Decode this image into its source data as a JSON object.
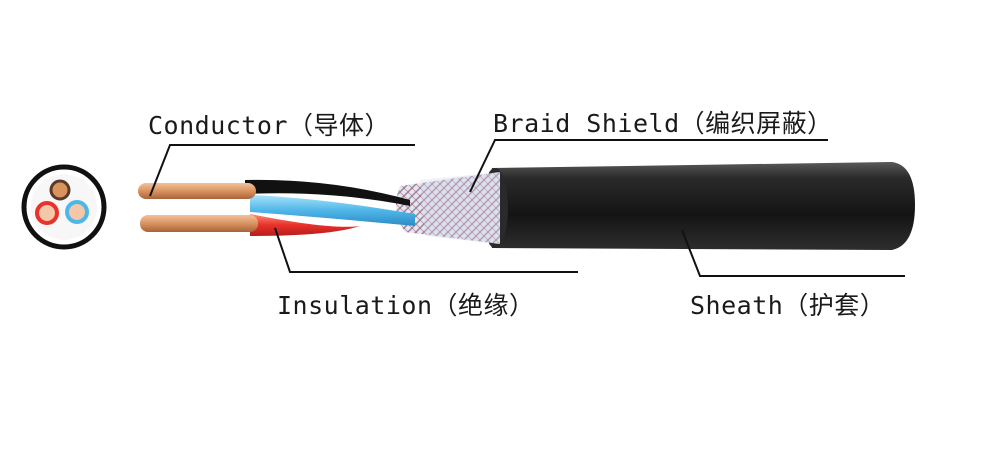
{
  "labels": {
    "conductor": "Conductor（导体）",
    "braid_shield": "Braid Shield（编织屏蔽）",
    "insulation": "Insulation（绝缘）",
    "sheath": "Sheath（护套）"
  },
  "colors": {
    "sheath": "#1c1c1c",
    "copper": "#d9935f",
    "insulation_blue": "#4fb6e8",
    "insulation_red": "#e8322b",
    "insulation_black": "#111111",
    "braid": "#c9c9d6",
    "leader": "#111111"
  }
}
